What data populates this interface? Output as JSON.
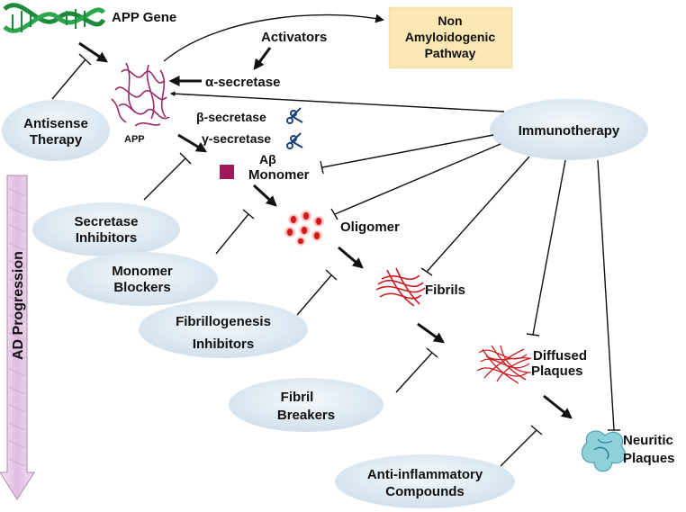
{
  "colors": {
    "ellipse_fill": "#dde9f2",
    "nonamyloid_box": "#fbe7b4",
    "dna_green": "#1e8a3c",
    "app_purple": "#9b2a6a",
    "monomer_square": "#a0175a",
    "oligomer_red": "#e02020",
    "fibril_red": "#c81f24",
    "plaque_teal": "#5fb9c4",
    "scissors_blue": "#1d3f7a",
    "progression_pink": "#e8c8e8"
  },
  "nodes": {
    "app_gene": "APP Gene",
    "non_amyloid": [
      "Non",
      "Amyloidogenic",
      "Pathway"
    ],
    "activators": "Activators",
    "alpha_secretase": "α-secretase",
    "app": "APP",
    "beta_secretase": "β-secretase",
    "gamma_secretase": "γ-secretase",
    "abeta": "Aβ",
    "monomer": "Monomer",
    "oligomer": "Oligomer",
    "fibrils": "Fibrils",
    "diffused_plaques": [
      "Diffused",
      "Plaques"
    ],
    "neuritic_plaques": [
      "Neuritic",
      "Plaques"
    ]
  },
  "interventions": {
    "antisense": [
      "Antisense",
      "Therapy"
    ],
    "immunotherapy": "Immunotherapy",
    "secretase_inhibitors": [
      "Secretase",
      "Inhibitors"
    ],
    "monomer_blockers": [
      "Monomer",
      "Blockers"
    ],
    "fibrillogenesis_inhibitors": [
      "Fibrillogenesis",
      "Inhibitors"
    ],
    "fibril_breakers": [
      "Fibril",
      "Breakers"
    ],
    "anti_inflammatory": [
      "Anti-inflammatory",
      "Compounds"
    ]
  },
  "progression": "AD Progression",
  "icons": {
    "dna": "dna-helix-icon",
    "app": "app-protein-icon",
    "scissors": "scissors-icon",
    "monomer": "monomer-square-icon",
    "oligomer": "oligomer-cluster-icon",
    "fibrils": "fibrils-icon",
    "diffused": "diffused-plaque-icon",
    "neuritic": "neuritic-plaque-icon"
  }
}
